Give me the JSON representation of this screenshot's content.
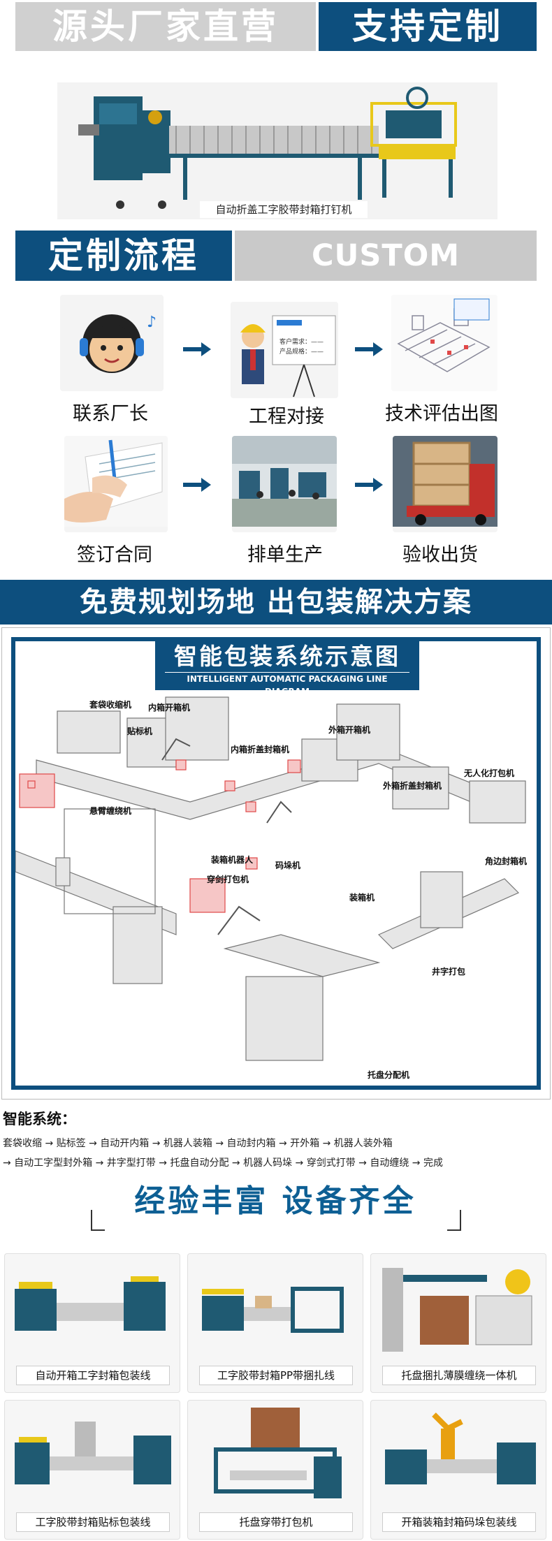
{
  "banner": {
    "left": "源头厂家直营",
    "right": "支持定制"
  },
  "hero": {
    "caption": "自动折盖工字胶带封箱打钉机"
  },
  "process": {
    "title_cn": "定制流程",
    "title_en": "CUSTOM PROCESS",
    "steps": [
      {
        "label": "联系厂长"
      },
      {
        "label": "工程对接",
        "board_line1": "客户需求：——",
        "board_line2": "产品规格：——"
      },
      {
        "label": "技术评估出图"
      },
      {
        "label": "签订合同"
      },
      {
        "label": "排单生产"
      },
      {
        "label": "验收出货"
      }
    ]
  },
  "band": {
    "text": "免费规划场地 出包装解决方案"
  },
  "diagram": {
    "title_cn": "智能包装系统示意图",
    "title_en": "INTELLIGENT AUTOMATIC PACKAGING LINE DIAGRAM",
    "labels": [
      "套袋收缩机",
      "贴标机",
      "内箱开箱机",
      "内箱折盖封箱机",
      "外箱开箱机",
      "外箱折盖封箱机",
      "无人化打包机",
      "悬臂缠绕机",
      "装箱机器人",
      "码垛机",
      "穿剑打包机",
      "角边封箱机",
      "装箱机",
      "井字打包",
      "托盘分配机"
    ]
  },
  "smart": {
    "title": "智能系统：",
    "line1": "套袋收缩 → 贴标签 → 自动开内箱 → 机器人装箱 → 自动封内箱 → 开外箱 → 机器人装外箱",
    "line2": " → 自动工字型封外箱 → 井字型打带 → 托盘自动分配 → 机器人码垛 → 穿剑式打带 → 自动缠绕 → 完成"
  },
  "experience": {
    "title": "经验丰富  设备齐全"
  },
  "products": [
    {
      "caption": "自动开箱工字封箱包装线"
    },
    {
      "caption": "工字胶带封箱PP带捆扎线"
    },
    {
      "caption": "托盘捆扎薄膜缠绕一体机"
    },
    {
      "caption": "工字胶带封箱贴标包装线"
    },
    {
      "caption": "托盘穿带打包机"
    },
    {
      "caption": "开箱装箱封箱码垛包装线"
    }
  ],
  "colors": {
    "brand_blue": "#0d4f7e",
    "gray": "#c9c9c9",
    "machine_teal": "#1f5a72",
    "roller": "#b8b8b8",
    "frame_yellow": "#e8c81a",
    "box_red": "#e04848"
  }
}
